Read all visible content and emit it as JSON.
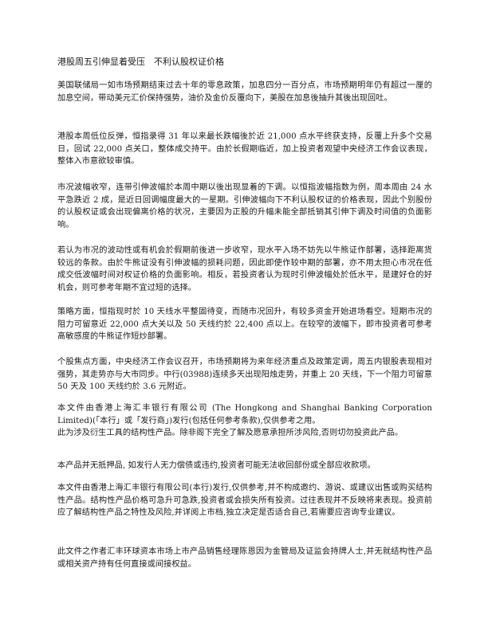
{
  "document": {
    "title": "港股周五引伸显着受压　不利认股权证价格",
    "paragraphs": [
      "美国联储局一如市场预期结束过去十年的零息政策，加息四分一百分点，市场预期明年仍有超过一厘的加息空间，带动美元汇价保持强势，油价及金价反覆向下，美股在加息後抽升其後出现回吐。",
      "港股本周低位反弹，恒指录得 31 年以来最长跌幅後於近 21,000 点水平终获支持，反覆上升多个交易日，回试 22,000 点关口，整体成交持平。由於长假期临近，加上投资者观望中央经济工作会议表现，整体入市意欲较审慎。",
      "市况波幅收窄，连带引伸波幅於本周中期以後出现显着的下调。以恒指波幅指数为例，周本周由 24 水平急跌近 2 成，是近日回调幅度最大的一星期。引伸波幅向下不利认股权证的价格表现，因此个别股份的认股权证或会出现偏离价格的状况，主要因为正股的升幅未能全部抵销其引伸下调及时间值的负面影响。",
      "若认为市况的波动性或有机会於假期前後进一步收窄，现水平入场不妨先以牛熊证作部署，选择距离货较远的条款。由於牛熊证没有引伸波幅的损耗问题，因此即使作较中期的部署，亦不用太担心市况在低成交低波幅时间对权证价格的负面影响。相反，若投资者认为现时引伸波幅处於低水平，是建好仓的好机会，则可参考年期不宜过短的选择。",
      "策略方面，恒指现时於 10 天线水平整固待变，而随市况回升，有较多资金开始进场看空。短期市况的阻力可留意近 22,000 点大关以及 50 天线约於 22,400 点以上。在较窄的波幅下，即市投资者可参考高敏感度的牛熊证作短炒部署。",
      "个股焦点方面，中央经济工作会议召开，市场预期将为来年经济重点及政策定调，周五内银股表现相对强势，其走势亦与大市同步。中行(03988)连续多天出现阳烛走势，并重上 20 天线，下一个阻力可留意 50 天及 100 天线约於 3.6 元附近。",
      "本文件由香港上海汇丰银行有限公司 (The Hongkong and Shanghai Banking Corporation Limited)(「本行」或「发行商」)发行(包括任何参考条款),仅供参考之用。\n此为涉及衍生工具的结构性产品。除非阁下完全了解及愿意承担所涉风险,否则切勿投资此产品。",
      "本产品并无抵押品, 如发行人无力偿债或违约,投资者可能无法收回部份或全部应收款项。",
      "本文件由香港上海汇丰银行有限公司(本行)发行,仅供参考,并不构成邀约、游说、或建议出售或购买结构性产品。结构性产品价格可急升可急跌,投资者或会损失所有投资。过往表现并不反映将来表现。投资前应了解结构性产品之特性及风险,并详阅上市档,独立决定是否适合自己,若需要应咨询专业建议。",
      "此文件之作者汇丰环球资本市场上市产品销售经理陈恩因为金管局及证监会持牌人士,并无就结构性产品或相关资产持有任何直接或间接权益。"
    ]
  }
}
